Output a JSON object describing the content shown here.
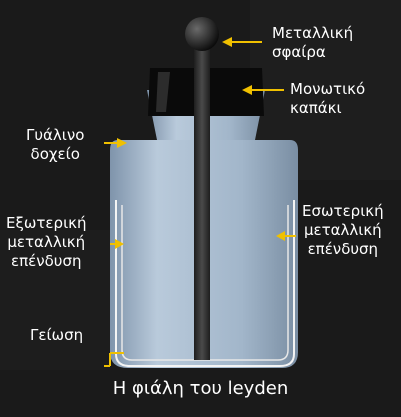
{
  "diagram": {
    "caption": "Η φιάλη του leyden",
    "labels": {
      "metal_sphere": [
        "Μεταλλική",
        "σφαίρα"
      ],
      "insulating_lid": [
        "Μονωτικό",
        "καπάκι"
      ],
      "glass_container": [
        "Γυάλινο",
        "δοχείο"
      ],
      "outer_coating": [
        "Εξωτερική",
        "μεταλλική",
        "επένδυση"
      ],
      "inner_coating": [
        "Εσωτερική",
        "μεταλλική",
        "επένδυση"
      ],
      "ground": [
        "Γείωση"
      ]
    },
    "colors": {
      "background": "#1a1a1a",
      "arrow": "#f0c000",
      "glass": "#9eb4cc",
      "lid": "#0a0a0a",
      "rod": "#2a2a2a",
      "coating": "#e8e8e8"
    }
  }
}
